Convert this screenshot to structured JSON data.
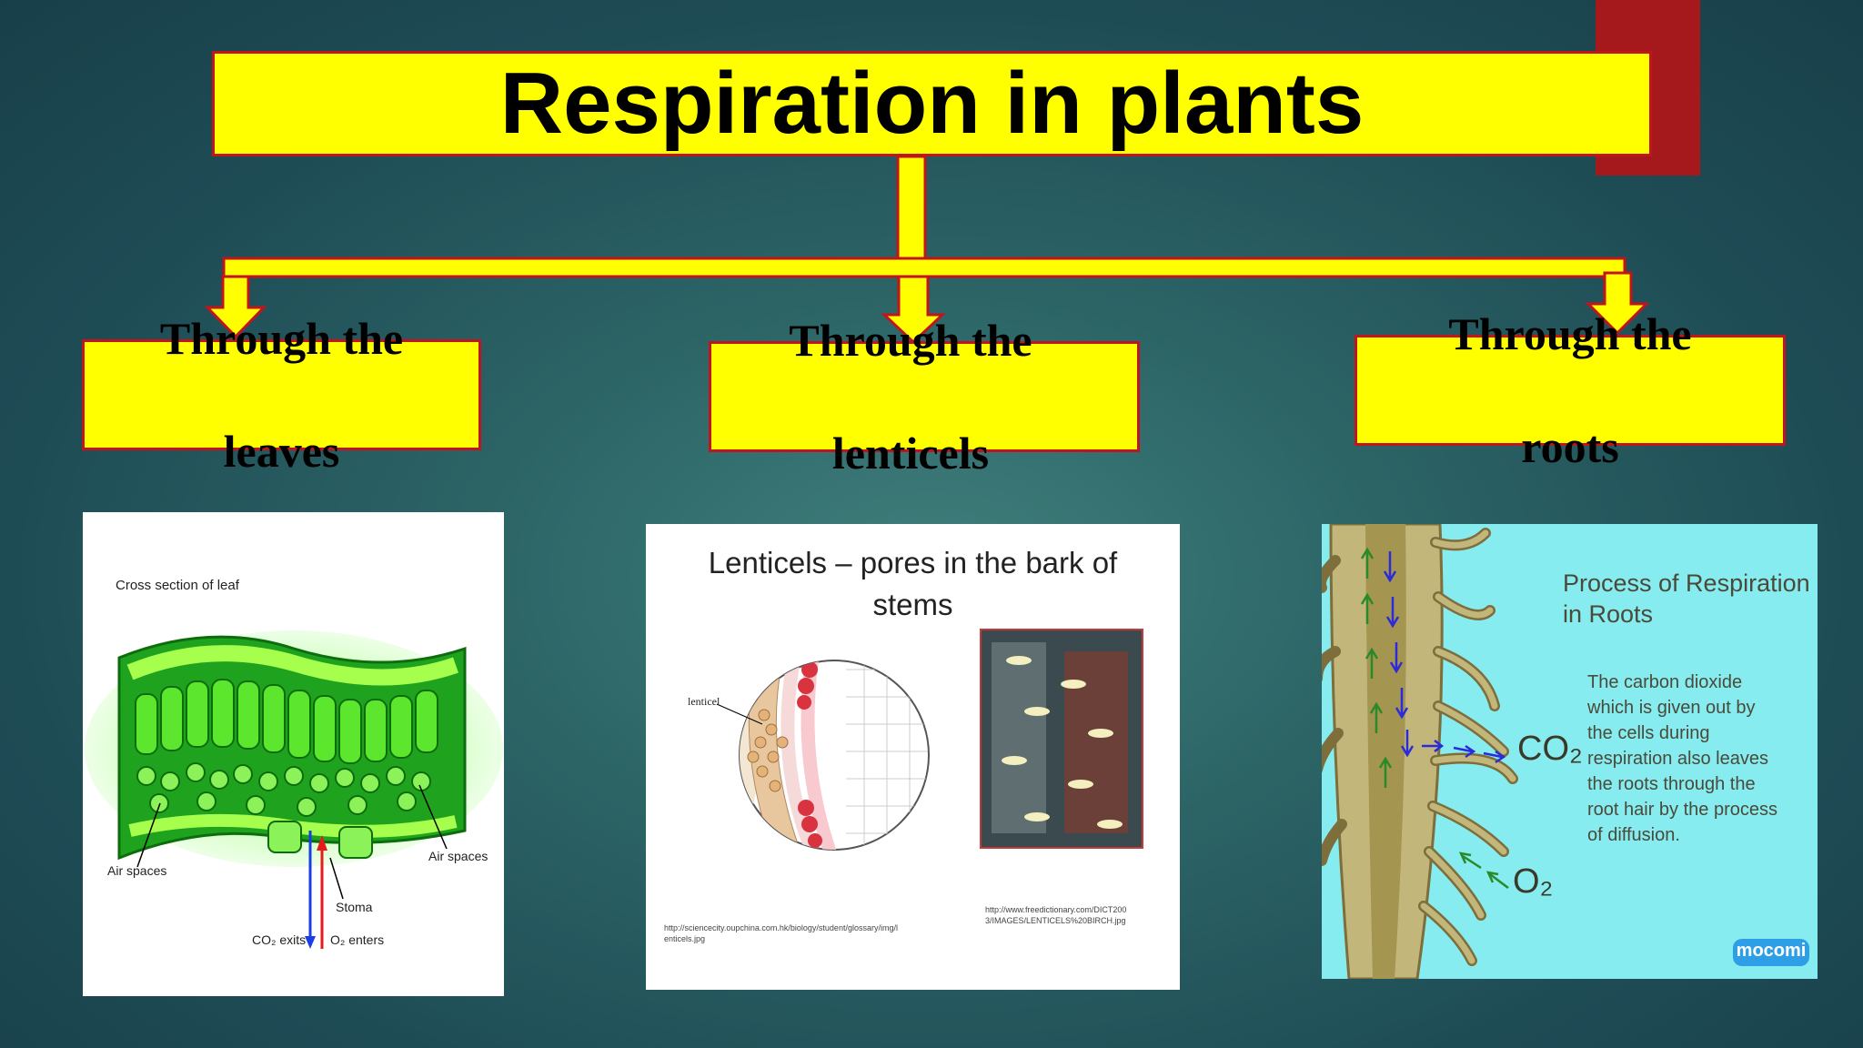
{
  "title": "Respiration in plants",
  "branches": [
    {
      "label_line1": "Through the",
      "label_line2": "leaves"
    },
    {
      "label_line1": "Through the",
      "label_line2": "lenticels"
    },
    {
      "label_line1": "Through the",
      "label_line2": "roots"
    }
  ],
  "leaf_panel": {
    "heading": "Cross section of leaf",
    "label_air_left": "Air spaces",
    "label_air_right": "Air spaces",
    "label_stoma": "Stoma",
    "label_co2": "CO₂ exits",
    "label_o2": "O₂ enters"
  },
  "lenticel_panel": {
    "heading_line1": "Lenticels – pores in the bark of",
    "heading_line2": "stems",
    "label_lenticel": "lenticel",
    "source_left_line1": "http://sciencecity.oupchina.com.hk/biology/student/glossary/img/l",
    "source_left_line2": "enticels.jpg",
    "source_right_line1": "http://www.freedictionary.com/DICT200",
    "source_right_line2": "3/IMAGES/LENTICELS%20BIRCH.jpg"
  },
  "roots_panel": {
    "heading_line1": "Process of Respiration",
    "heading_line2": "in Roots",
    "body_lines": [
      "The carbon dioxide",
      "which is given out by",
      "the cells during",
      "respiration also leaves",
      "the roots through the",
      "root hair by the process",
      "of diffusion."
    ],
    "label_co2": "CO₂",
    "label_o2": "O₂",
    "logo": "mocomi"
  },
  "colors": {
    "box_fill": "#ffff00",
    "box_border": "#c0151c",
    "accent": "#a5181b"
  }
}
